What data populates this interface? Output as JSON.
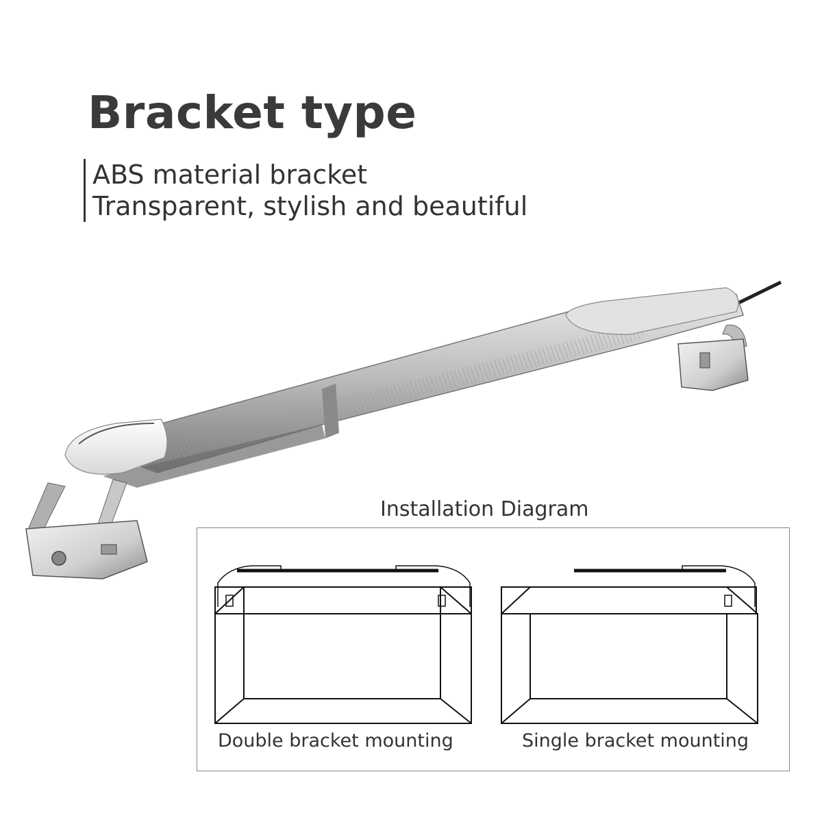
{
  "header": {
    "title": "Bracket type",
    "lines": [
      "ABS material bracket",
      "Transparent, stylish and beautiful"
    ]
  },
  "diagram": {
    "heading": "Installation Diagram",
    "captions": {
      "double": "Double bracket mounting",
      "single": "Single bracket mounting"
    }
  },
  "colors": {
    "title": "#3a3a3a",
    "bar_metal": "#b8b8b8",
    "line": "#111111"
  }
}
